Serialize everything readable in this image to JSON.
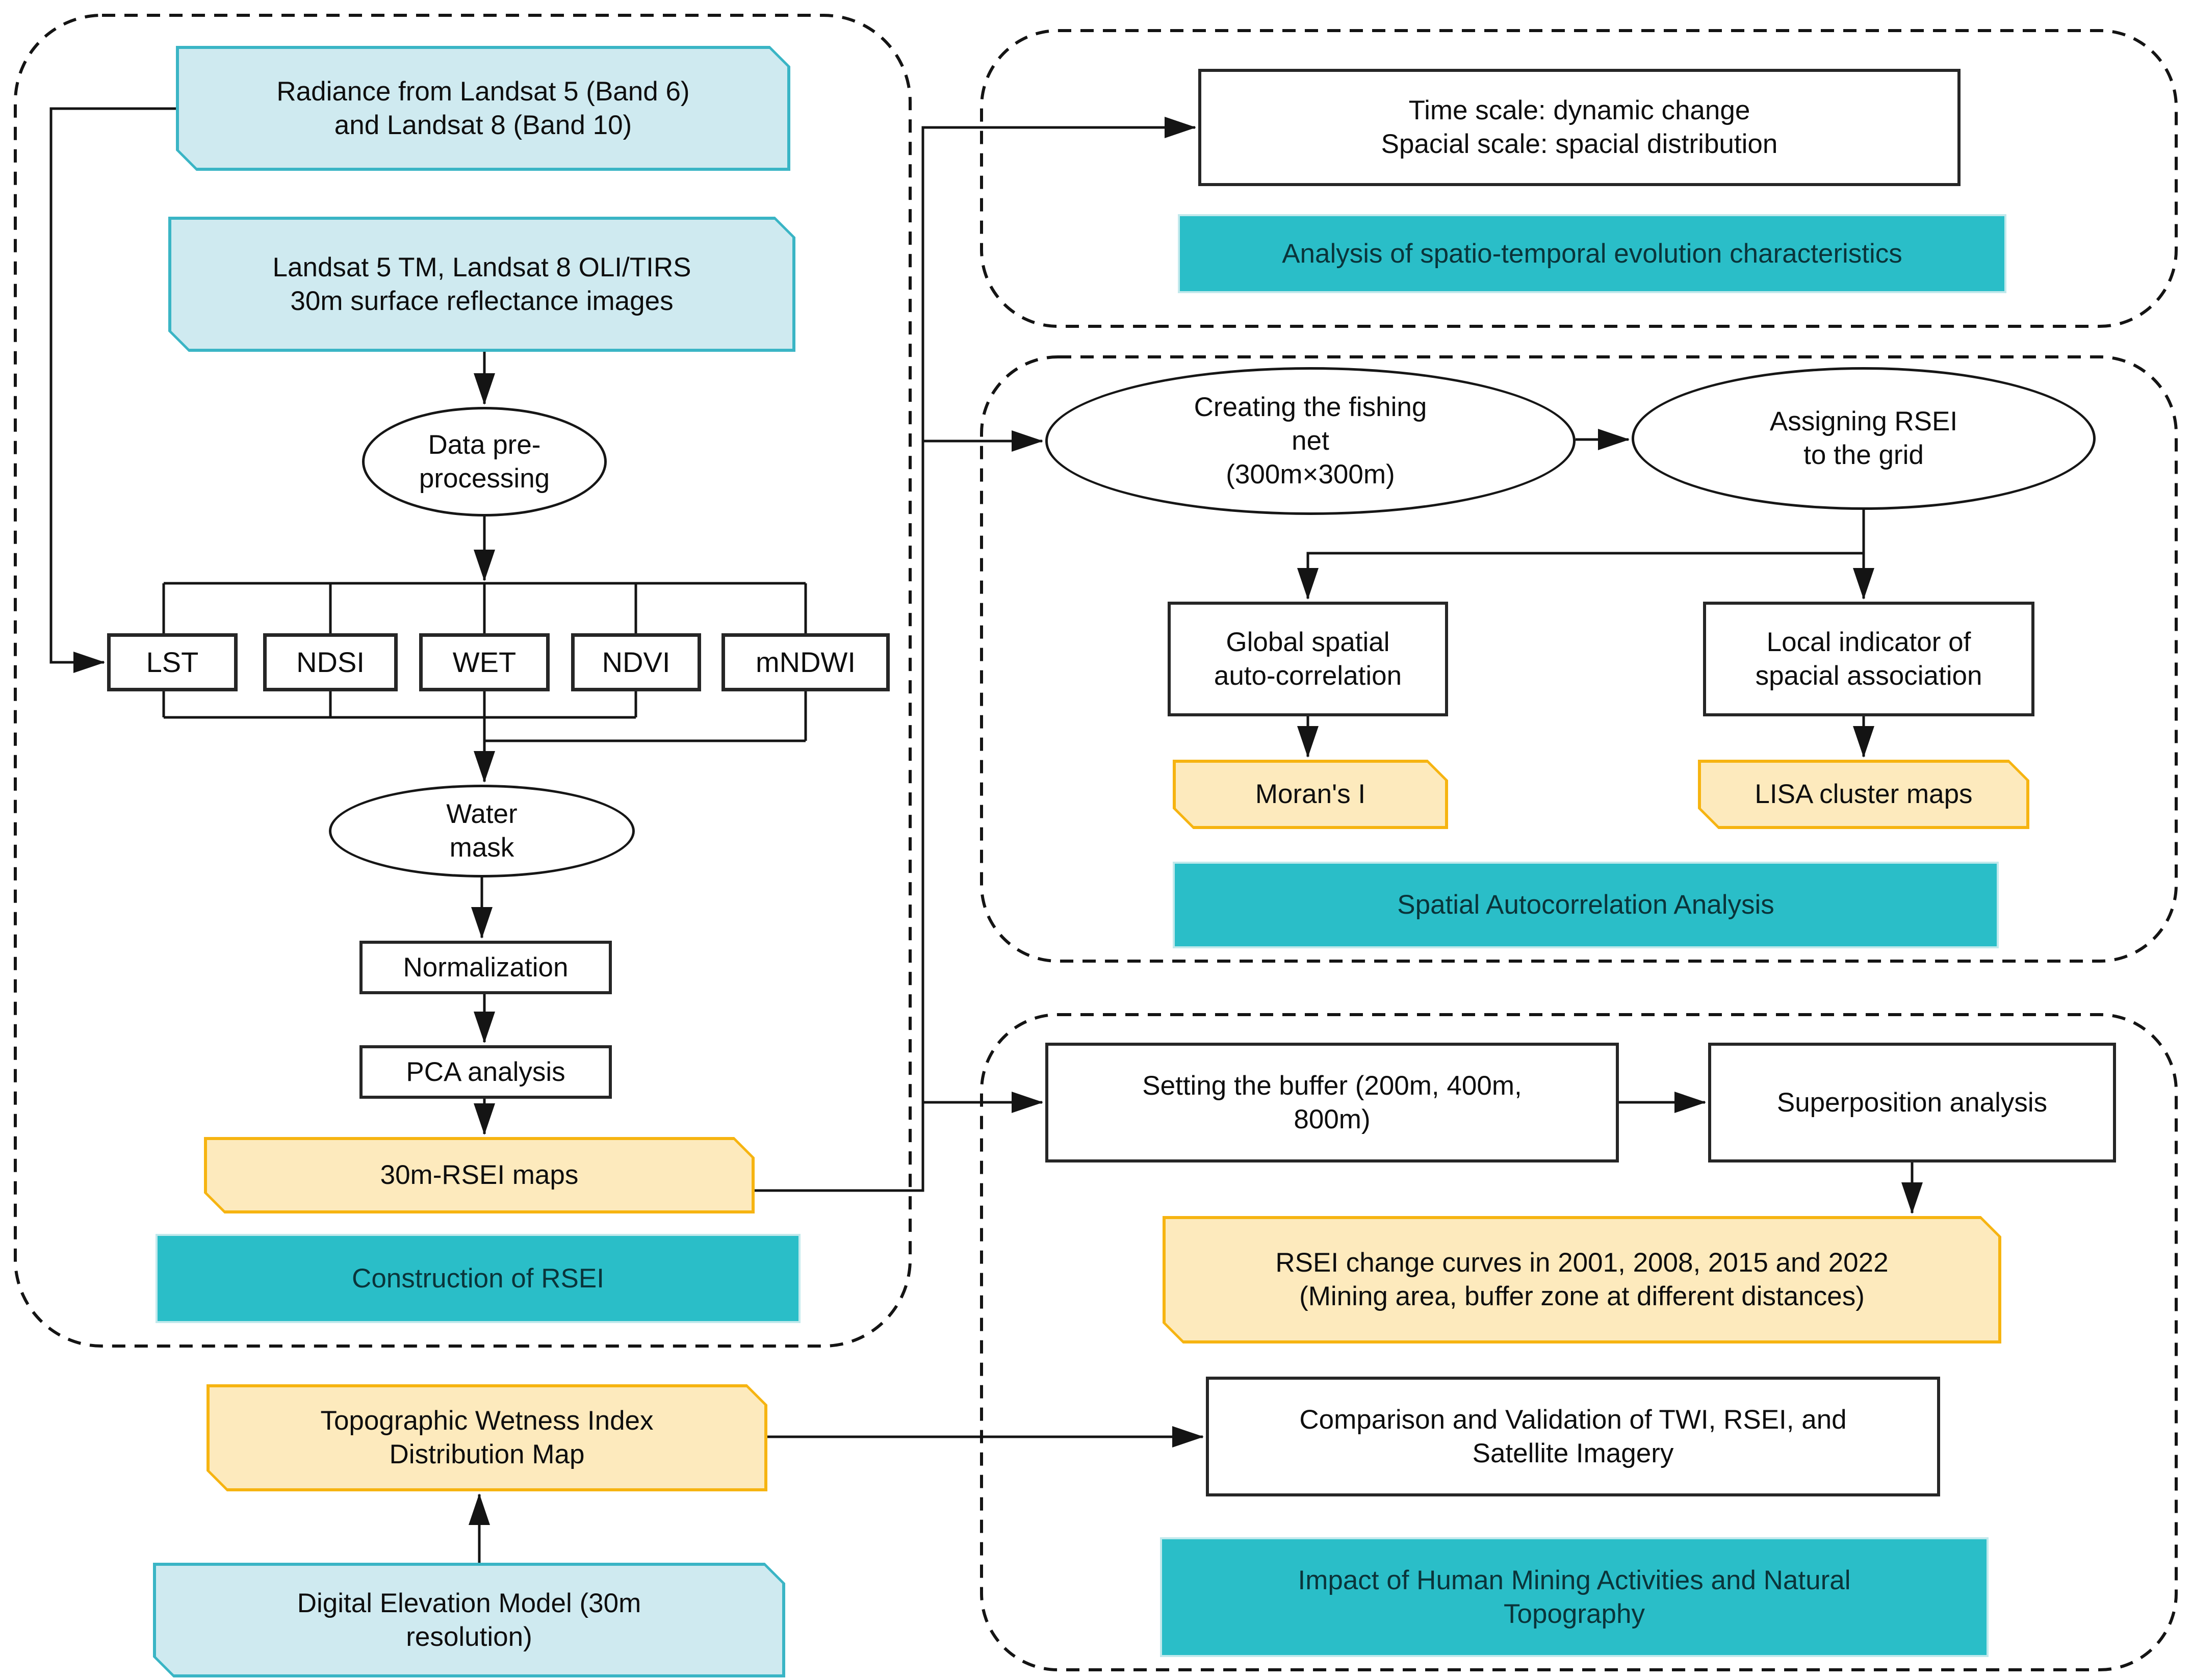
{
  "figure": {
    "type": "methodology-flowchart",
    "colors": {
      "cyan_fill": "#cfeaf0",
      "cyan_border": "#3ab5c5",
      "yellow_fill": "#fdeabd",
      "yellow_border": "#f6b411",
      "teal_fill": "#2abec8",
      "teal_edge": "#c2e9ec",
      "teal_text": "#0a343a",
      "box_border": "#262626",
      "line": "#141414",
      "text": "#0e0e0e",
      "background": "#ffffff"
    },
    "construction": {
      "radiance": "Radiance from Landsat 5 (Band 6)\nand Landsat 8 (Band 10)",
      "reflectance": "Landsat 5 TM, Landsat 8 OLI/TIRS\n30m surface reflectance images",
      "preprocessing": "Data pre-\nprocessing",
      "indices": [
        "LST",
        "NDSI",
        "WET",
        "NDVI",
        "mNDWI"
      ],
      "water_mask": "Water\nmask",
      "normalization": "Normalization",
      "pca": "PCA analysis",
      "rsei_maps": "30m-RSEI maps",
      "section_label": "Construction of RSEI"
    },
    "topography": {
      "twi": "Topographic Wetness Index\nDistribution Map",
      "dem": "Digital Elevation Model (30m\nresolution)"
    },
    "spatiotemporal": {
      "scales": "Time scale: dynamic change\nSpacial scale: spacial distribution",
      "section_label": "Analysis of spatio-temporal evolution characteristics"
    },
    "autocorrelation": {
      "fishing_net": "Creating the fishing\nnet\n(300m×300m)",
      "assign_rsei": "Assigning RSEI\nto the grid",
      "global": "Global spatial\nauto-correlation",
      "local": "Local indicator of\nspacial association",
      "morans": "Moran's I",
      "lisa": "LISA cluster maps",
      "section_label": "Spatial Autocorrelation Analysis"
    },
    "buffer_analysis": {
      "setting_buffer": "Setting the buffer (200m, 400m,\n800m)",
      "superposition": "Superposition analysis",
      "change_curves": "RSEI change curves in 2001, 2008, 2015 and 2022\n(Mining area, buffer zone at different distances)",
      "comparison": "Comparison and Validation of TWI, RSEI, and\nSatellite Imagery",
      "section_label": "Impact of Human Mining Activities and  Natural\nTopography"
    }
  }
}
